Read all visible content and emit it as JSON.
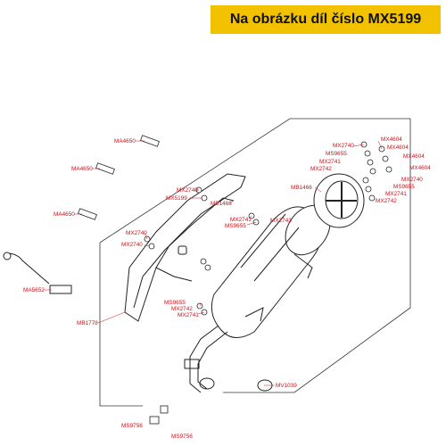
{
  "banner": {
    "text": "Na obrázku díl číslo MX5199",
    "bg_color": "#f2c200"
  },
  "label_color": "#c8131b",
  "labels": [
    "MA4650",
    "MA4650",
    "MA4650",
    "MA5652",
    "MB1778",
    "MX2740",
    "MX5199",
    "MX2740",
    "MX2740",
    "MB1468",
    "MX2741",
    "MS9655",
    "MX2743",
    "MS9655",
    "MX2742",
    "MX2741",
    "MX2740",
    "MS9655",
    "MX2741",
    "MX2742",
    "MX4604",
    "MX4604",
    "MX4604",
    "MX4604",
    "MB1466",
    "MX2740",
    "MS9655",
    "MX2741",
    "MX2742",
    "MV1039",
    "MS9756",
    "MS9756"
  ]
}
